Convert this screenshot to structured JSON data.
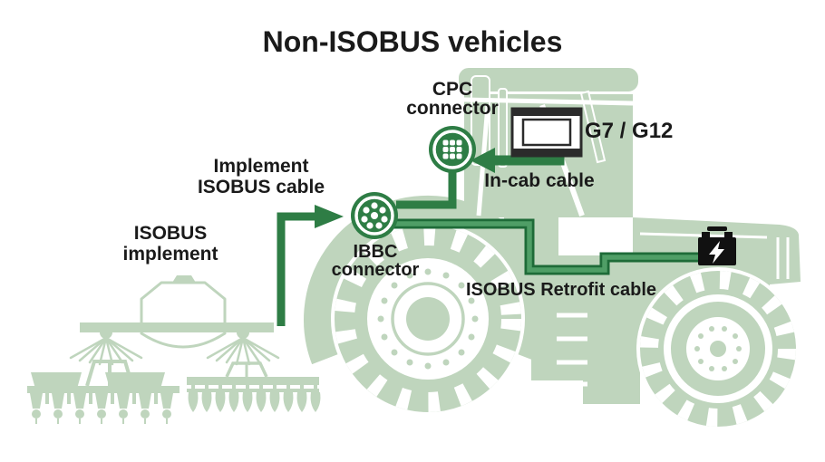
{
  "title": "Non-ISOBUS vehicles",
  "labels": {
    "cpc_connector": "CPC\nconnector",
    "g7_g12": "G7 / G12",
    "in_cab_cable": "In-cab cable",
    "implement_isobus_cable": "Implement\nISOBUS cable",
    "isobus_implement": "ISOBUS\nimplement",
    "ibbc_connector": "IBBC\nconnector",
    "isobus_retrofit_cable": "ISOBUS Retrofit cable"
  },
  "icons": {
    "cpc_connector": "round-9-pin-connector-icon",
    "ibbc_connector": "round-pin-connector-icon",
    "display": "terminal-display-icon",
    "battery": "battery-icon",
    "tractor": "tractor-silhouette",
    "sprayer": "sprayer-implement-silhouette",
    "planter": "planter-implement-silhouette",
    "seeder": "seeder-implement-silhouette"
  },
  "colors": {
    "silhouette_green": "#BFD5BD",
    "cable_green": "#2E7D45",
    "cable_light_green": "#4F9E66",
    "cable_dark_green": "#1E6B38",
    "text_black": "#1A1A1A",
    "battery_black": "#111111"
  }
}
